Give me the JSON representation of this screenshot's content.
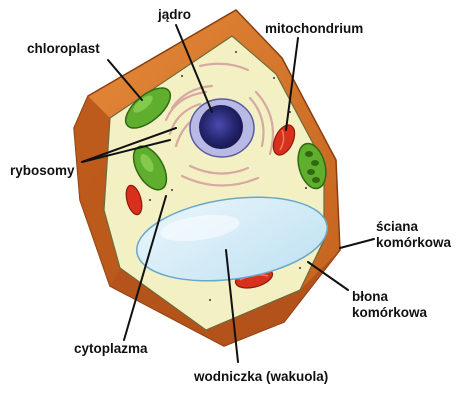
{
  "labels": {
    "nucleus": "jądro",
    "chloroplast": "chloroplast",
    "mitochondrion": "mitochondrium",
    "ribosomes": "rybosomy",
    "cell_wall_line1": "ściana",
    "cell_wall_line2": "komórkowa",
    "cell_membrane_line1": "błona",
    "cell_membrane_line2": "komórkowa",
    "cytoplasm": "cytoplazma",
    "vacuole": "wodniczka (wakuola)"
  },
  "colors": {
    "cell_wall": "#d8752a",
    "cell_wall_dark": "#a84e14",
    "cytoplasm": "#f3f0c4",
    "chloroplast": "#5fae2e",
    "mitochondrion": "#d8301c",
    "nucleus": "#2a2a78",
    "vacuole": "#d7eef8",
    "leader_line": "#111111"
  }
}
